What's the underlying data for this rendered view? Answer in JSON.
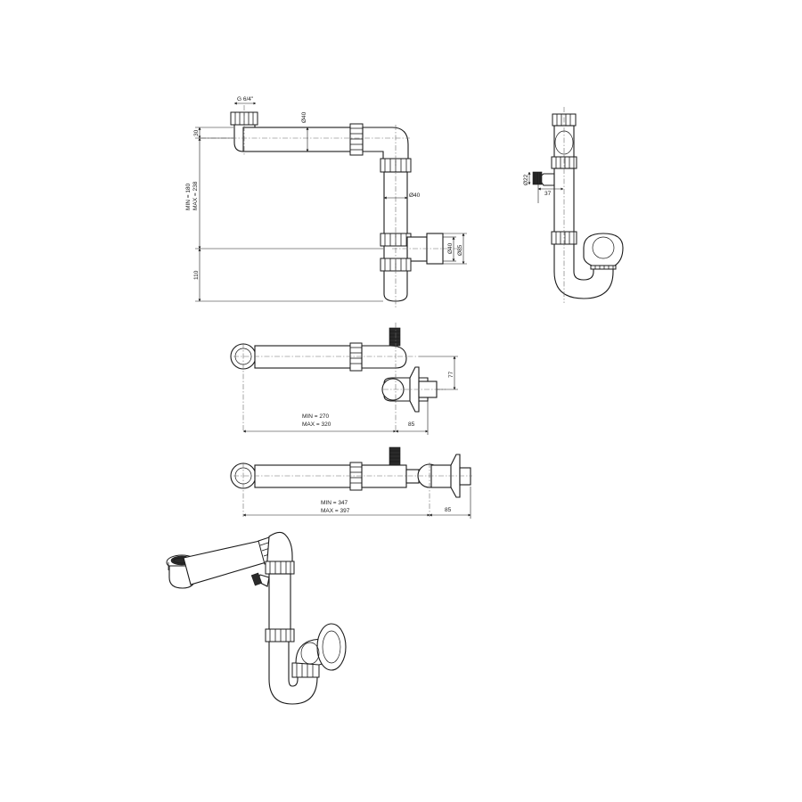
{
  "views": {
    "front": {
      "thread": "G 6/4\"",
      "inlet_height": "30",
      "main_diameter": "Ø40",
      "vertical_range_min": "MIN = 180",
      "vertical_range_max": "MAX = 238",
      "bottom_height": "110",
      "branch_diameter": "Ø40",
      "outlet_diameter": "Ø40",
      "flange_diameter": "Ø85"
    },
    "side": {
      "hose_diameter": "Ø22",
      "hose_offset": "37"
    },
    "top_a": {
      "range_min": "MIN = 270",
      "range_max": "MAX = 320",
      "offset": "85",
      "depth": "77"
    },
    "top_b": {
      "range_min": "MIN = 347",
      "range_max": "MAX = 397",
      "offset": "85"
    }
  }
}
